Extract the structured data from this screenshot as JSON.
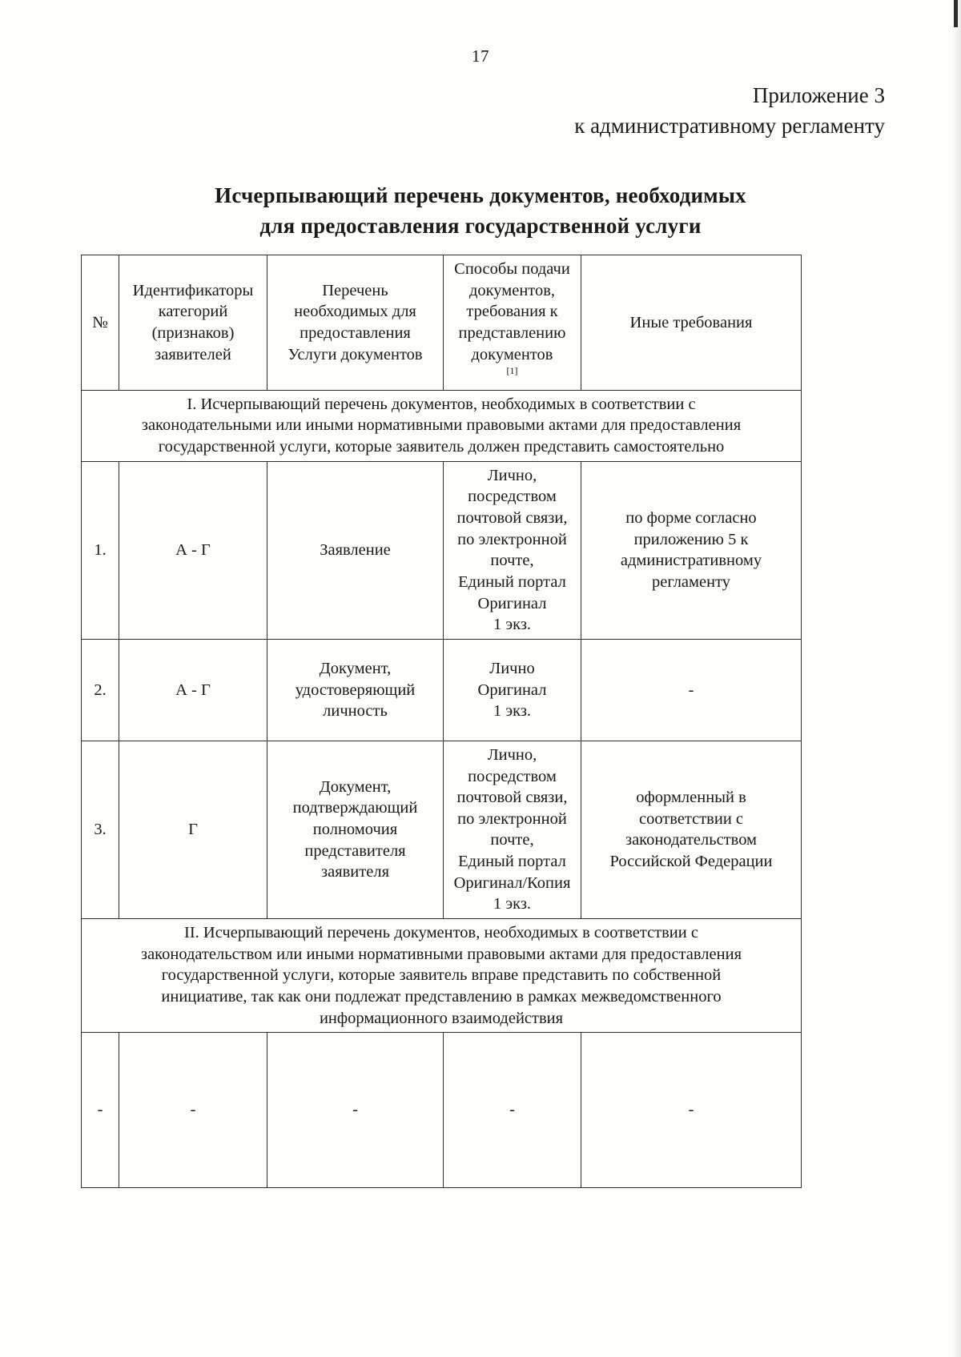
{
  "page": {
    "number": "17",
    "appendix_lines": [
      "Приложение 3",
      "к административному регламенту"
    ],
    "title_lines": [
      "Исчерпывающий перечень документов, необходимых",
      "для предоставления государственной услуги"
    ]
  },
  "table": {
    "headers": {
      "num": "№",
      "identifiers": [
        "Идентификаторы",
        "категорий",
        "(признаков)",
        "заявителей"
      ],
      "documents_list": [
        "Перечень",
        "необходимых для",
        "предоставления",
        "Услуги документов"
      ],
      "submission_ways": [
        "Способы подачи",
        "документов,",
        "требования к",
        "представлению",
        "документов"
      ],
      "submission_footnote": "[1]",
      "other_requirements": "Иные требования"
    },
    "section_one": [
      "I. Исчерпывающий перечень документов, необходимых в соответствии с",
      "законодательными или иными нормативными правовыми актами для предоставления",
      "государственной услуги, которые заявитель должен представить самостоятельно"
    ],
    "section_two": [
      "II. Исчерпывающий перечень документов, необходимых в соответствии с",
      "законодательством или иными нормативными правовыми актами для предоставления",
      "государственной услуги, которые заявитель вправе представить по собственной",
      "инициативе, так как они подлежат представлению в рамках межведомственного",
      "информационного взаимодействия"
    ],
    "rows": [
      {
        "num": "1.",
        "identifiers": [
          "А - Г"
        ],
        "documents": [
          "Заявление"
        ],
        "ways": [
          "Лично,",
          "посредством",
          "почтовой связи,",
          "по электронной",
          "почте,",
          "Единый портал",
          "Оригинал",
          "1 экз."
        ],
        "other": [
          "по форме согласно",
          "приложению 5 к",
          "административному",
          "регламенту"
        ]
      },
      {
        "num": "2.",
        "identifiers": [
          "А - Г"
        ],
        "documents": [
          "Документ,",
          "удостоверяющий",
          "личность"
        ],
        "ways": [
          "Лично",
          "Оригинал",
          "1 экз."
        ],
        "other": [
          "-"
        ]
      },
      {
        "num": "3.",
        "identifiers": [
          "Г"
        ],
        "documents": [
          "Документ,",
          "подтверждающий",
          "полномочия",
          "представителя",
          "заявителя"
        ],
        "ways": [
          "Лично,",
          "посредством",
          "почтовой связи,",
          "по электронной",
          "почте,",
          "Единый портал",
          "Оригинал/Копия",
          "1 экз."
        ],
        "other": [
          "оформленный в",
          "соответствии с",
          "законодательством",
          "Российской Федерации"
        ]
      }
    ],
    "empty_row": {
      "num": "-",
      "identifiers": [
        "-"
      ],
      "documents": [
        "-"
      ],
      "ways": [
        "-"
      ],
      "other": [
        "-"
      ]
    }
  }
}
